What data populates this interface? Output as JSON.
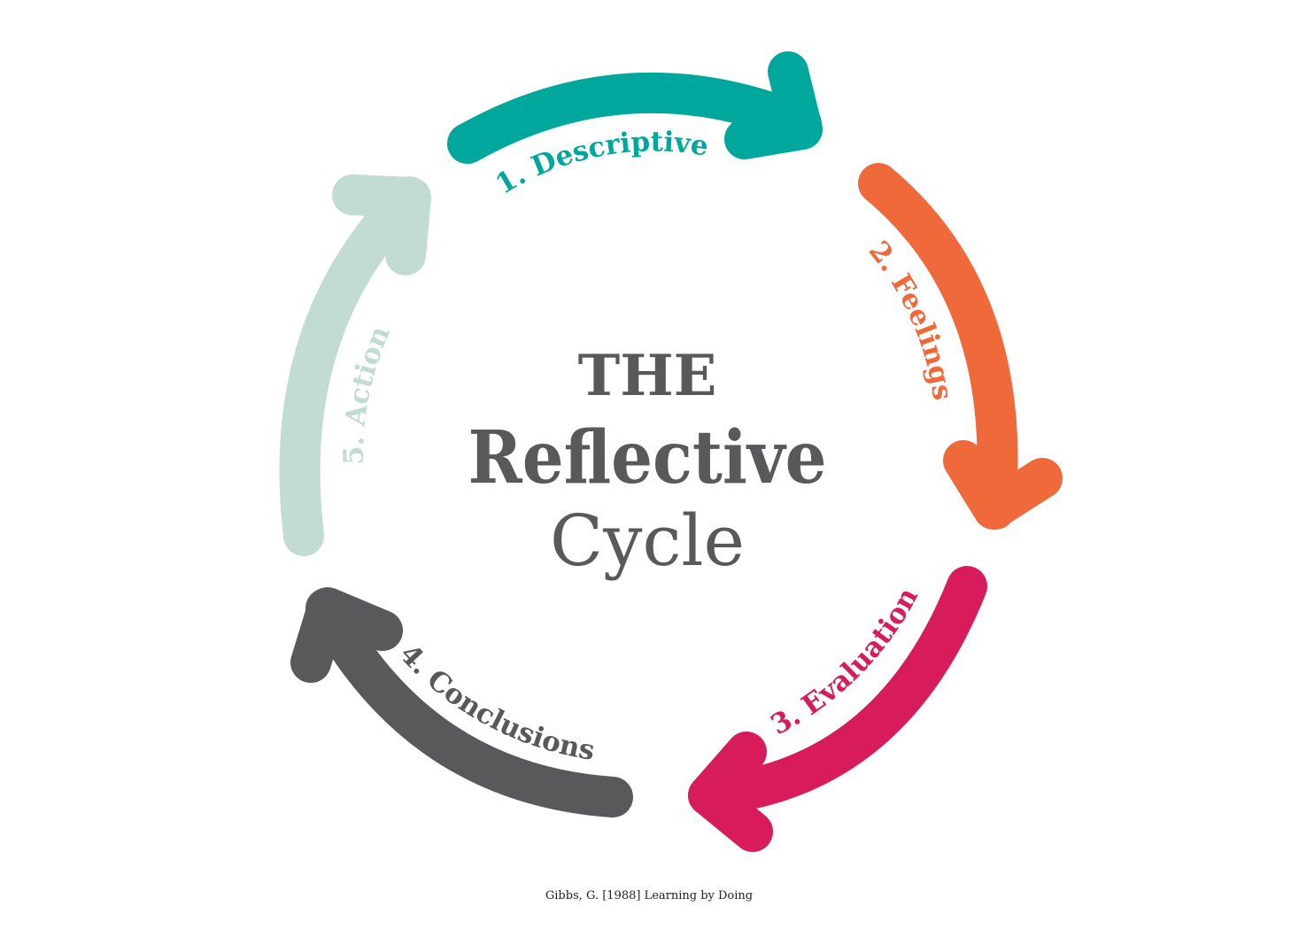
{
  "title": {
    "line1": "THE",
    "line2": "Reflective",
    "line3": "Cycle"
  },
  "citation": "Gibbs, G. [1988] Learning by Doing",
  "colors": {
    "title": "#58595b",
    "descriptive": "#00a79d",
    "feelings": "#f0693b",
    "evaluation": "#d81b5b",
    "conclusions": "#58595b",
    "action": "#c2dbd3"
  },
  "stages": [
    {
      "label": "1. Descriptive",
      "color": "#00a79d"
    },
    {
      "label": "2. Feelings",
      "color": "#f0693b"
    },
    {
      "label": "3. Evaluation",
      "color": "#d81b5b"
    },
    {
      "label": "4. Conclusions",
      "color": "#58595b"
    },
    {
      "label": "5. Action",
      "color": "#c2dbd3"
    }
  ]
}
